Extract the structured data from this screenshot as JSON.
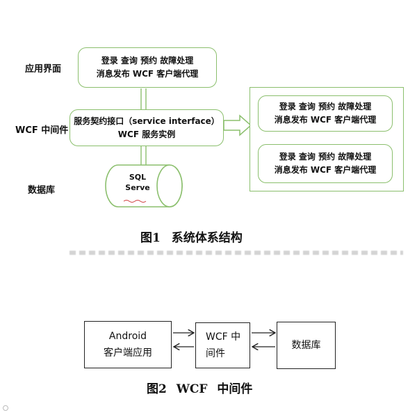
{
  "fig1": {
    "labels": {
      "ui": "应用界面",
      "middleware": "WCF 中间件",
      "database": "数据库"
    },
    "box_ui": {
      "line1": "登录 查询 预约 故障处理",
      "line2": "消息发布 WCF 客户端代理"
    },
    "box_middleware": {
      "line1": "服务契约接口（service interface）",
      "line2": "WCF 服务实例"
    },
    "db": {
      "line1": "SQL",
      "line2": "Serve"
    },
    "client1": {
      "line1": "登录 查询 预约 故障处理",
      "line2": "消息发布 WCF 客户端代理"
    },
    "client2": {
      "line1": "登录 查询 预约 故障处理",
      "line2": "消息发布 WCF 客户端代理"
    },
    "caption": "图1 系统体系结构"
  },
  "fig2": {
    "android": {
      "line1": "Android",
      "line2": "客户端应用"
    },
    "wcf": {
      "line1": "WCF 中",
      "line2": "间件"
    },
    "database": "数据库",
    "caption": "图2 WCF 中间件"
  },
  "colors": {
    "green_border": "#8bbf6d"
  }
}
